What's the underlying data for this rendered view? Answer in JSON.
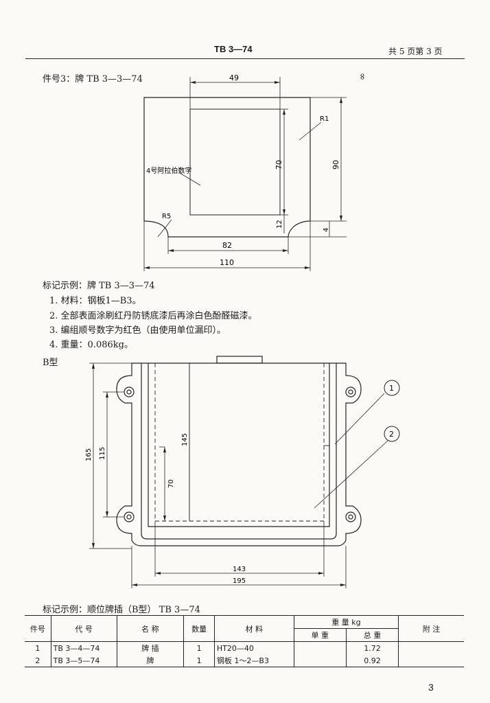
{
  "header": {
    "code": "TB 3—74",
    "page_info": "共 5 页第 3 页"
  },
  "part3": {
    "title": "件号3：牌   TB 3—3—74",
    "corner_mark": "∞",
    "dims": {
      "w49": "49",
      "r1": "R1",
      "h70": "70",
      "h90": "90",
      "r5": "R5",
      "d12": "12",
      "d4": "4",
      "w82": "82",
      "w110": "110"
    },
    "annotation": "4号阿拉伯数字"
  },
  "marking_example_1": "标记示例：牌  TB 3—3—74",
  "notes": [
    "1. 材料：钢板1—B3。",
    "2. 全部表面涂刷红丹防锈底漆后再涂白色酚醛磁漆。",
    "3. 编组顺号数字为红色（由使用单位漏印）。",
    "4. 重量：0.086kg。"
  ],
  "b_type": {
    "label": "B型",
    "callouts": [
      "1",
      "2"
    ],
    "dims": {
      "h165": "165",
      "h115": "115",
      "h145": "145",
      "h70": "70",
      "w143": "143",
      "w195": "195"
    }
  },
  "marking_example_2": "标记示例：顺位牌插（B型） TB 3—74",
  "table": {
    "headers": {
      "no": "件号",
      "code": "代       号",
      "name": "名       称",
      "qty": "数量",
      "material": "材       料",
      "weight": "重     量     kg",
      "unit": "单     重",
      "total": "总     重",
      "remark": "附     注"
    },
    "rows": [
      {
        "no": "1",
        "code": "TB 3—4—74",
        "name": "牌      插",
        "qty": "1",
        "material": "HT20—40",
        "unit": "",
        "total": "1.72",
        "remark": ""
      },
      {
        "no": "2",
        "code": "TB 3—5—74",
        "name": "牌",
        "qty": "1",
        "material": "钢板 1～2—B3",
        "unit": "",
        "total": "0.92",
        "remark": ""
      }
    ]
  },
  "page_number": "3"
}
